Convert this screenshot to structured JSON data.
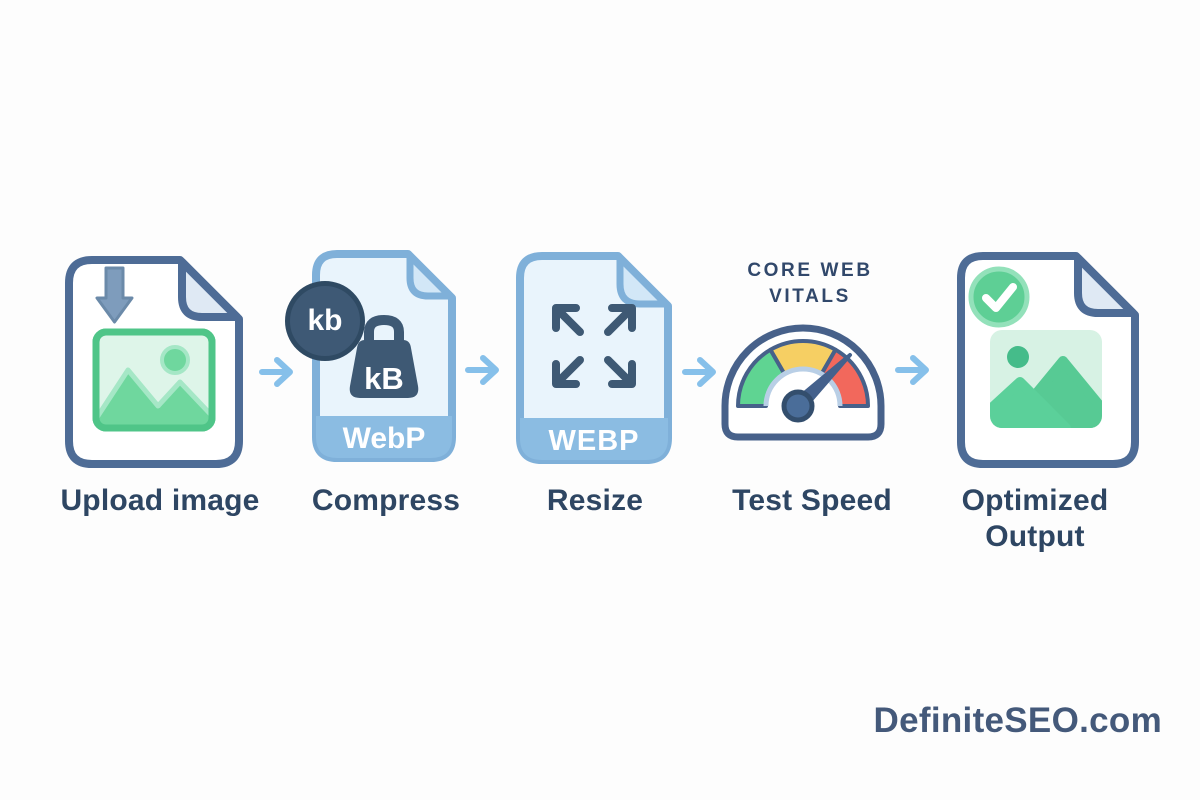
{
  "watermark": {
    "text": "DefiniteSEO.com",
    "color": "#44597a"
  },
  "colors": {
    "background": "#fdfdfd",
    "label_text": "#2e4663",
    "doc_border_dark": "#4e6c96",
    "doc_border_blue": "#7fb0d9",
    "doc_fill_blue": "#e9f4fc",
    "band_blue": "#8bbce2",
    "arrow_blue": "#86c0ea",
    "navy_glyph": "#3e5974",
    "green_fill": "#6fd79e",
    "green_light": "#def5e9",
    "gauge_green": "#5fd492",
    "gauge_yellow": "#f6cf63",
    "gauge_red": "#f2685c",
    "needle": "#44618c"
  },
  "steps": [
    {
      "label": "Upload image",
      "icon": "document-upload-image-icon"
    },
    {
      "label": "Compress",
      "icon": "weight-document-icon",
      "badge_text": "kb",
      "weight_text": "kB",
      "format_label": "WebP"
    },
    {
      "label": "Resize",
      "icon": "expand-arrows-document-icon",
      "format_label": "WEBP"
    },
    {
      "label": "Test Speed",
      "icon": "core-web-vitals-gauge-icon",
      "caption_line1": "CORE WEB",
      "caption_line2": "VITALS"
    },
    {
      "label": "Optimized Output",
      "icon": "optimized-document-icon"
    }
  ]
}
